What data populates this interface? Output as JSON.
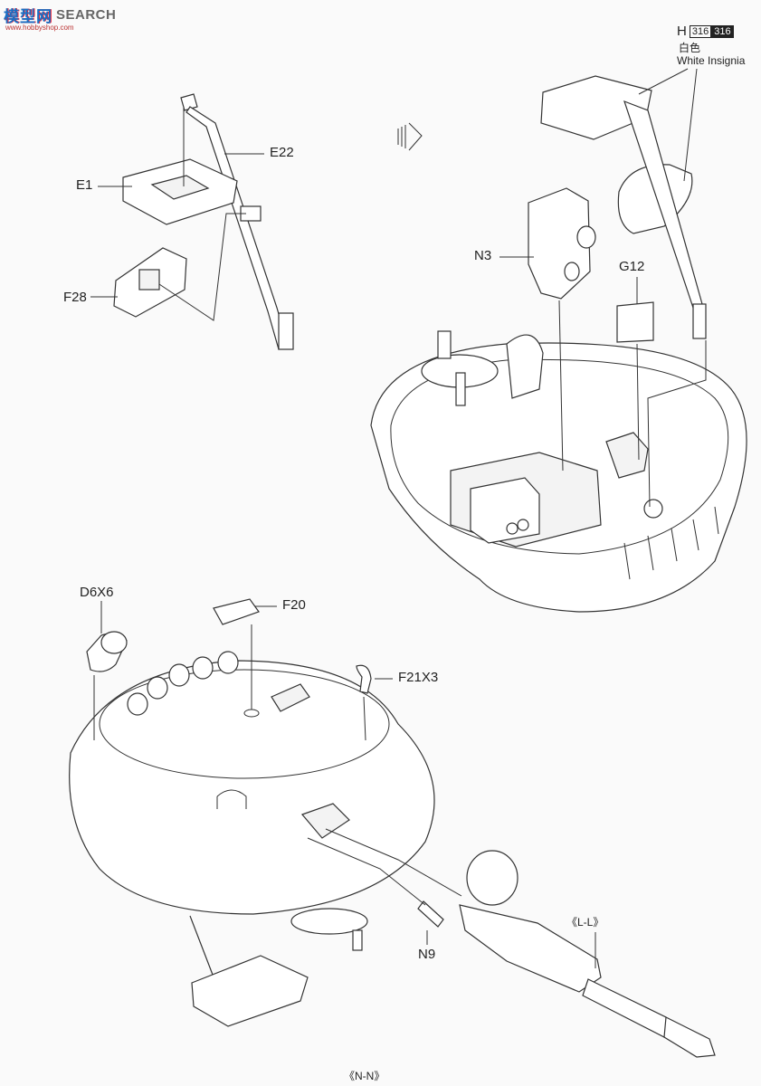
{
  "watermark": {
    "logo": "模型网",
    "text": "SEARCH",
    "url": "www.hobbyshop.com"
  },
  "decal": {
    "letter": "H",
    "code_a": "316",
    "code_b": "316",
    "color_cn": "白色",
    "color_en": "White Insignia"
  },
  "labels": {
    "e22": "E22",
    "e1": "E1",
    "f28": "F28",
    "n3": "N3",
    "g12": "G12",
    "d6x6": "D6X6",
    "f20": "F20",
    "f21x3": "F21X3",
    "n9": "N9",
    "ll": "《L-L》",
    "nn": "《N-N》"
  }
}
